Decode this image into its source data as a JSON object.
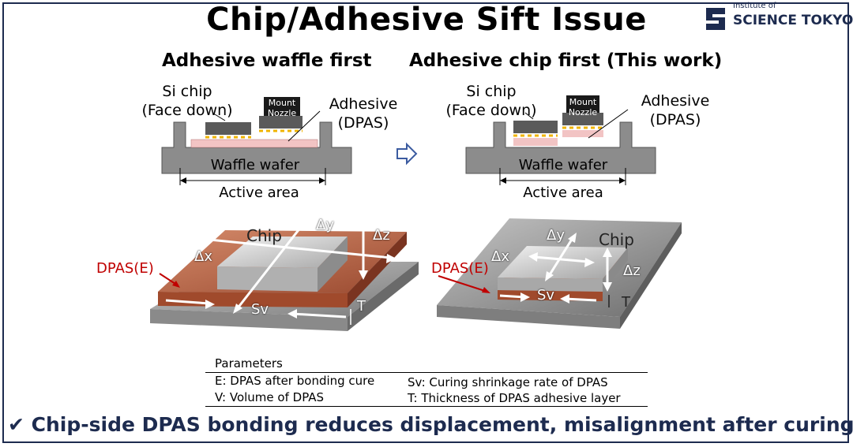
{
  "title": "Chip/Adhesive Sift Issue",
  "logo": {
    "line1": "Institute of",
    "line2": "SCIENCE TOKYO",
    "icon": "s-logo-icon",
    "color": "#1d2b4f"
  },
  "left": {
    "heading": "Adhesive waffle first",
    "si_chip_line1": "Si chip",
    "si_chip_line2": "(Face down)",
    "mount_line1": "Mount",
    "mount_line2": "Nozzle",
    "adhesive_line1": "Adhesive",
    "adhesive_line2": "(DPAS)",
    "wafer": "Waffle wafer",
    "active_area": "Active area",
    "chip": "Chip",
    "dy": "Δy",
    "dz": "Δz",
    "dx": "Δx",
    "sv": "Sv",
    "t": "T",
    "dpas": "DPAS(E)"
  },
  "right": {
    "heading": "Adhesive chip first (This work)",
    "si_chip_line1": "Si chip",
    "si_chip_line2": "(Face down)",
    "mount_line1": "Mount",
    "mount_line2": "Nozzle",
    "adhesive_line1": "Adhesive",
    "adhesive_line2": "(DPAS)",
    "wafer": "Waffle wafer",
    "active_area": "Active area",
    "chip": "Chip",
    "dy": "Δy",
    "dz": "Δz",
    "dx": "Δx",
    "sv": "Sv",
    "t": "T",
    "dpas": "DPAS(E)"
  },
  "params": {
    "heading": "Parameters",
    "e": "E: DPAS after bonding cure",
    "v": "V: Volume of DPAS",
    "sv": "Sv: Curing shrinkage rate of DPAS",
    "t": "T: Thickness of DPAS adhesive layer"
  },
  "conclusion": "✔ Chip-side DPAS bonding reduces displacement, misalignment after curing.",
  "colors": {
    "navy": "#1d2b4f",
    "copper": "#b85a3c",
    "dpas_red": "#c00000",
    "adhesive_pink": "#f2c4c4",
    "bump": "#f0b400"
  }
}
